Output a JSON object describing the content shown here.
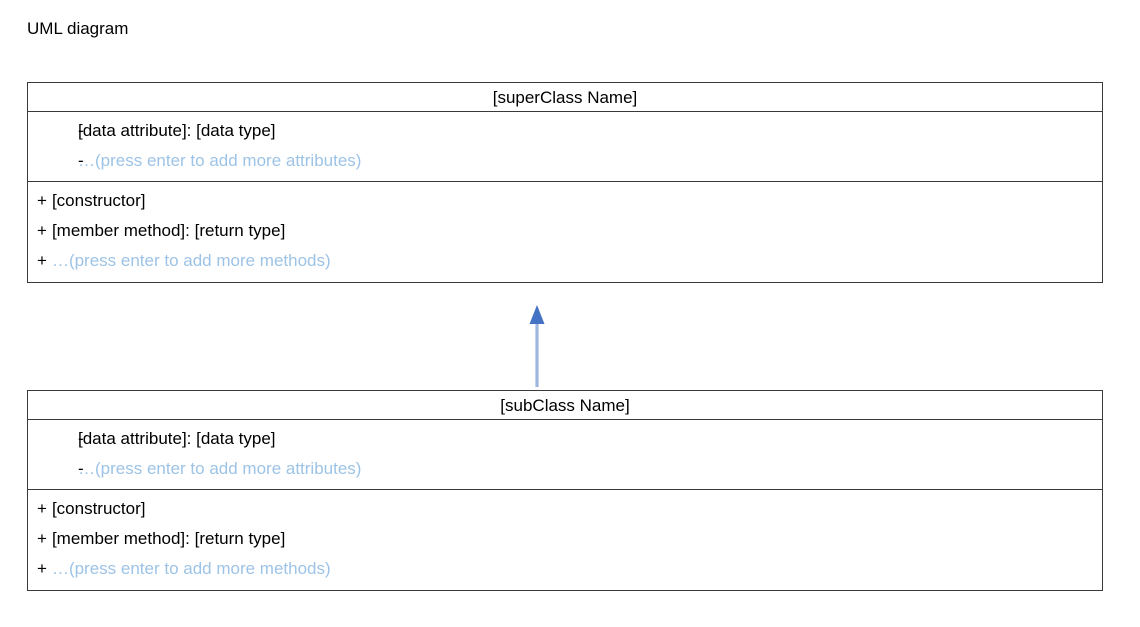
{
  "page": {
    "title": "UML diagram"
  },
  "colors": {
    "placeholder_blue": "#9dc3e6",
    "arrow_head_blue": "#4472c4",
    "arrow_line_blue": "#9bb7e0",
    "border_gray": "#3a3a3a",
    "text_black": "#000000",
    "background": "#ffffff"
  },
  "classes": [
    {
      "id": "superclass",
      "name": "[superClass Name]",
      "attributes": [
        {
          "bullet": "-",
          "text": "[data attribute]: [data type]",
          "placeholder": false
        },
        {
          "bullet": "-",
          "text": "…(press enter to add more attributes)",
          "placeholder": true
        }
      ],
      "methods": [
        {
          "sign": "+",
          "text": "[constructor]",
          "placeholder": false
        },
        {
          "sign": "+",
          "text": "[member method]: [return type]",
          "placeholder": false
        },
        {
          "sign": "+",
          "text": "…(press enter to add more methods)",
          "placeholder": true
        }
      ]
    },
    {
      "id": "subclass",
      "name": "[subClass Name]",
      "attributes": [
        {
          "bullet": "-",
          "text": "[data attribute]: [data type]",
          "placeholder": false
        },
        {
          "bullet": "-",
          "text": "…(press enter to add more attributes)",
          "placeholder": true
        }
      ],
      "methods": [
        {
          "sign": "+",
          "text": "[constructor]",
          "placeholder": false
        },
        {
          "sign": "+",
          "text": "[member method]: [return type]",
          "placeholder": false
        },
        {
          "sign": "+",
          "text": "…(press enter to add more methods)",
          "placeholder": true
        }
      ]
    }
  ],
  "connector": {
    "type": "generalization-arrow",
    "direction": "up",
    "from": "subclass",
    "to": "superclass"
  }
}
